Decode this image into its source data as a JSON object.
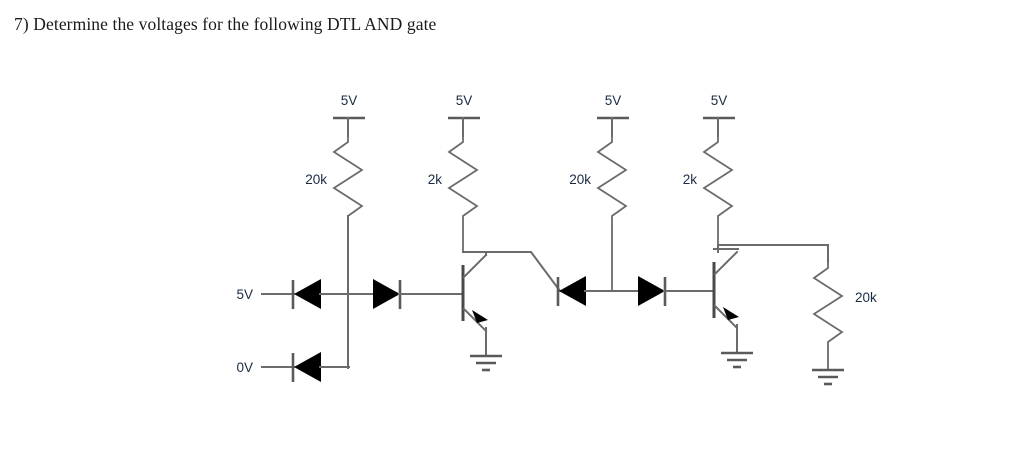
{
  "question": {
    "number": "7)",
    "text": "7)  Determine the voltages for the following DTL AND gate"
  },
  "circuit": {
    "title": "DTL AND gate",
    "inputs": [
      {
        "name": "input-a",
        "label": "5V"
      },
      {
        "name": "input-b",
        "label": "0V"
      }
    ],
    "supply_rails": [
      {
        "name": "rail-1",
        "label": "5V"
      },
      {
        "name": "rail-2",
        "label": "5V"
      },
      {
        "name": "rail-3",
        "label": "5V"
      },
      {
        "name": "rail-4",
        "label": "5V"
      }
    ],
    "resistors": [
      {
        "name": "r-pullup-stage1",
        "label": "20k"
      },
      {
        "name": "r-collector-stage1",
        "label": "2k"
      },
      {
        "name": "r-pullup-stage2",
        "label": "20k"
      },
      {
        "name": "r-collector-stage2",
        "label": "2k"
      },
      {
        "name": "r-output-load",
        "label": "20k"
      }
    ],
    "transistors": [
      {
        "name": "q1",
        "type": "npn"
      },
      {
        "name": "q2",
        "type": "npn"
      }
    ],
    "diodes": [
      {
        "name": "d-input-a",
        "direction": "left"
      },
      {
        "name": "d-input-b",
        "direction": "left"
      },
      {
        "name": "d-series-stage1",
        "direction": "right"
      },
      {
        "name": "d-interstage",
        "direction": "left"
      },
      {
        "name": "d-series-stage2",
        "direction": "right"
      }
    ],
    "grounds": [
      {
        "name": "gnd-q1"
      },
      {
        "name": "gnd-q2"
      },
      {
        "name": "gnd-output"
      }
    ]
  }
}
